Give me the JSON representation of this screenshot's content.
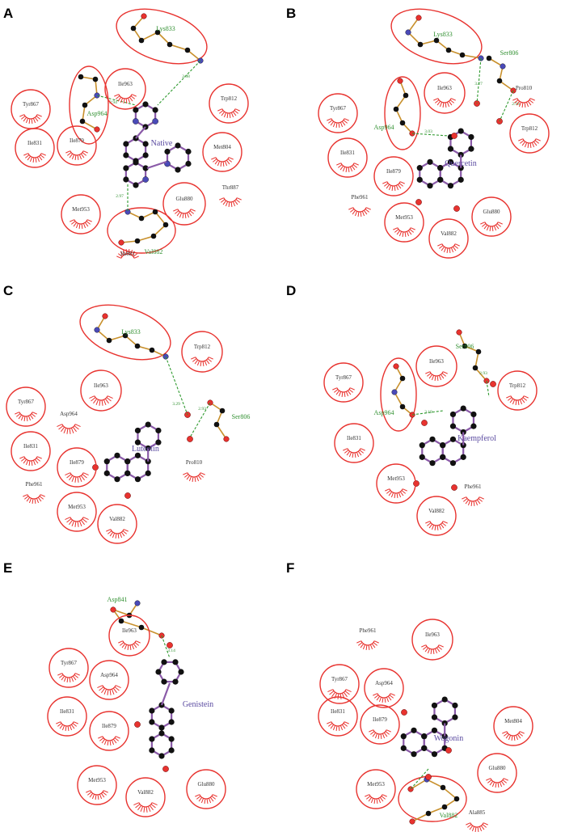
{
  "panels": [
    {
      "letter": "A",
      "ligand": "Native",
      "bonded_residues": [
        "Lys833",
        "Asp964",
        "Val882"
      ],
      "distances": [
        "2.98",
        "2.94",
        "2.97"
      ],
      "residues": [
        "Ile963",
        "Tyr867",
        "Trp812",
        "Ile831",
        "Ile879",
        "Met804",
        "Thr887",
        "Met953",
        "Glu880",
        "Ile881"
      ]
    },
    {
      "letter": "B",
      "ligand": "Quercetin",
      "bonded_residues": [
        "Lys833",
        "Ser806",
        "Asp964"
      ],
      "distances": [
        "3.27",
        "2.98",
        "3.03"
      ],
      "residues": [
        "Ile963",
        "Pro810",
        "Tyr867",
        "Trp812",
        "Ile831",
        "Ile879",
        "Phe961",
        "Met953",
        "Val882",
        "Glu880"
      ]
    },
    {
      "letter": "C",
      "ligand": "Luteolin",
      "bonded_residues": [
        "Lys833",
        "Ser806"
      ],
      "distances": [
        "3.29",
        "2.93"
      ],
      "residues": [
        "Trp812",
        "Ile963",
        "Tyr867",
        "Asp964",
        "Ile831",
        "Ile879",
        "Pro810",
        "Phe961",
        "Met953",
        "Val882"
      ]
    },
    {
      "letter": "D",
      "ligand": "Kaempferol",
      "bonded_residues": [
        "Ser806",
        "Asp964"
      ],
      "distances": [
        "2.93",
        "3.19"
      ],
      "residues": [
        "Tyr867",
        "Ile963",
        "Trp812",
        "Ile831",
        "Met953",
        "Phe961",
        "Val882"
      ]
    },
    {
      "letter": "E",
      "ligand": "Genistein",
      "bonded_residues": [
        "Asp841"
      ],
      "distances": [
        "3.14"
      ],
      "residues": [
        "Ile963",
        "Tyr867",
        "Asp964",
        "Ile831",
        "Ile879",
        "Met953",
        "Val882",
        "Glu880"
      ]
    },
    {
      "letter": "F",
      "ligand": "Wogonin",
      "bonded_residues": [
        "Val882"
      ],
      "distances": [],
      "residues": [
        "Phe961",
        "Ile963",
        "Tyr867",
        "Asp964",
        "Ile831",
        "Ile879",
        "Met804",
        "Met953",
        "Glu880",
        "Ala885"
      ]
    }
  ],
  "colors": {
    "hydrophobic": "#e8332f",
    "hbond": "#2f9a2f",
    "ligand_bond": "#8a5aa8",
    "residue_bond": "#c8902c",
    "ligand_label": "#5a4aa0",
    "bonded_label": "#2f8f2f"
  }
}
